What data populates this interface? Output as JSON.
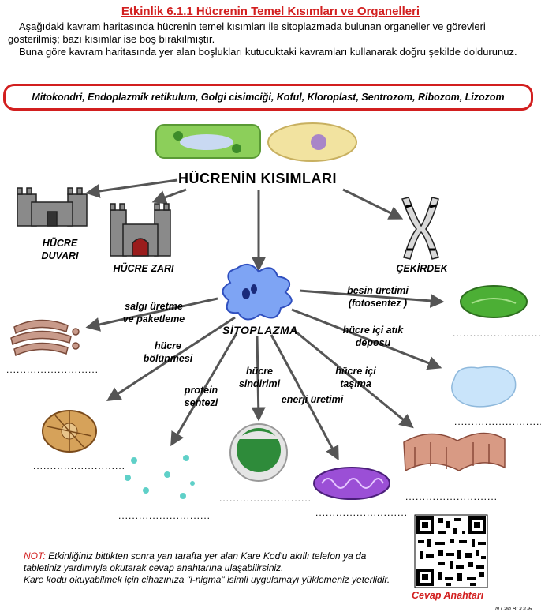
{
  "title": "Etkinlik 6.1.1 Hücrenin Temel Kısımları ve Organelleri",
  "intro": {
    "p1": "Aşağıdaki kavram haritasında hücrenin temel kısımları ile sitoplazmada bulunan organeller ve görevleri gösterilmiş; bazı kısımlar ise boş bırakılmıştır.",
    "p2": "Buna göre kavram haritasında yer alan boşlukları kutucuktaki kavramları kullanarak doğru şekilde doldurunuz."
  },
  "word_box": "Mitokondri, Endoplazmik retikulum, Golgi cisimciği, Koful, Kloroplast, Sentrozom, Ribozom, Lizozom",
  "map": {
    "root": "HÜCRENİN KISIMLARI",
    "cell_wall": [
      "HÜCRE",
      "DUVARI"
    ],
    "cell_membrane": "HÜCRE ZARI",
    "nucleus": "ÇEKİRDEK",
    "cytoplasm": "SİTOPLAZMA",
    "func_secretion": [
      "salgı üretme",
      "ve paketleme"
    ],
    "func_photosynthesis": [
      "besin üretimi",
      "(fotosentez )"
    ],
    "func_waste": [
      "hücre içi atık",
      "deposu"
    ],
    "func_division": [
      "hücre",
      "bölünmesi"
    ],
    "func_protein": [
      "protein",
      "sentezi"
    ],
    "func_digestion": [
      "hücre",
      "sindirimi"
    ],
    "func_energy": "enerji üretimi",
    "func_transport": [
      "hücre içi",
      "taşıma"
    ],
    "blank": "..........................."
  },
  "note": {
    "prefix": "NOT:",
    "text": " Etkinliğiniz bittikten sonra yan tarafta yer alan Kare Kod'u akıllı telefon ya da tabletiniz yardımıyla okutarak cevap anahtarına ulaşabilirsiniz.",
    "line2": "Kare kodu okuyabilmek için cihazınıza \"i-nigma\" isimli uygulamayı yüklemeniz yeterlidir."
  },
  "qr_caption": "Cevap Anahtarı",
  "author": "N.Can BODUR",
  "colors": {
    "accent": "#d21f1f",
    "arrow": "#555555"
  }
}
